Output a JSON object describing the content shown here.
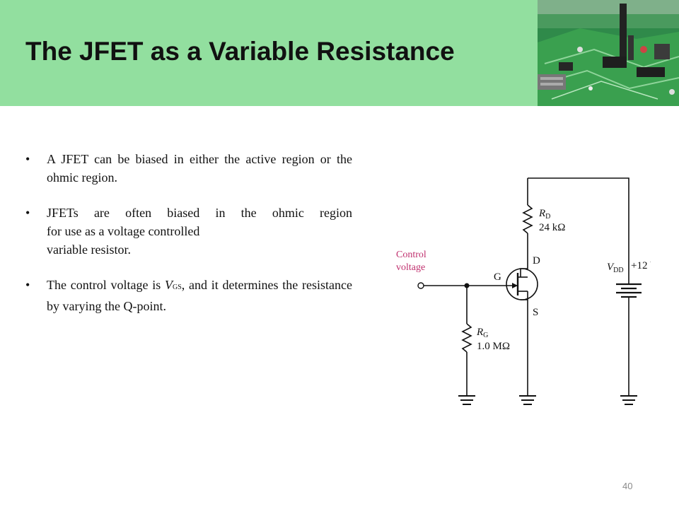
{
  "slide": {
    "title": "The JFET as a Variable Resistance",
    "page_number": "40"
  },
  "bullets": [
    {
      "text": "A JFET can be biased in either the active region or the ohmic region."
    },
    {
      "line1": "JFETs are often biased in the ohmic region",
      "line2": "for use as a voltage controlled",
      "line3": "variable resistor."
    },
    {
      "pre": "The control voltage is ",
      "var": "V",
      "sub": "GS",
      "post": ", and it determines the resistance by varying the Q-point."
    }
  ],
  "circuit": {
    "control_label_1": "Control",
    "control_label_2": "voltage",
    "gate_label": "G",
    "drain_label": "D",
    "source_label": "S",
    "rd_name": "R",
    "rd_sub": "D",
    "rd_value": "24 kΩ",
    "rg_name": "R",
    "rg_sub": "G",
    "rg_value": "1.0 MΩ",
    "vdd_name": "V",
    "vdd_sub": "DD",
    "vdd_value": "+12 V"
  },
  "colors": {
    "header_bg": "#92df9f",
    "control_label": "#c0306e",
    "page_number": "#8a8a8a"
  }
}
